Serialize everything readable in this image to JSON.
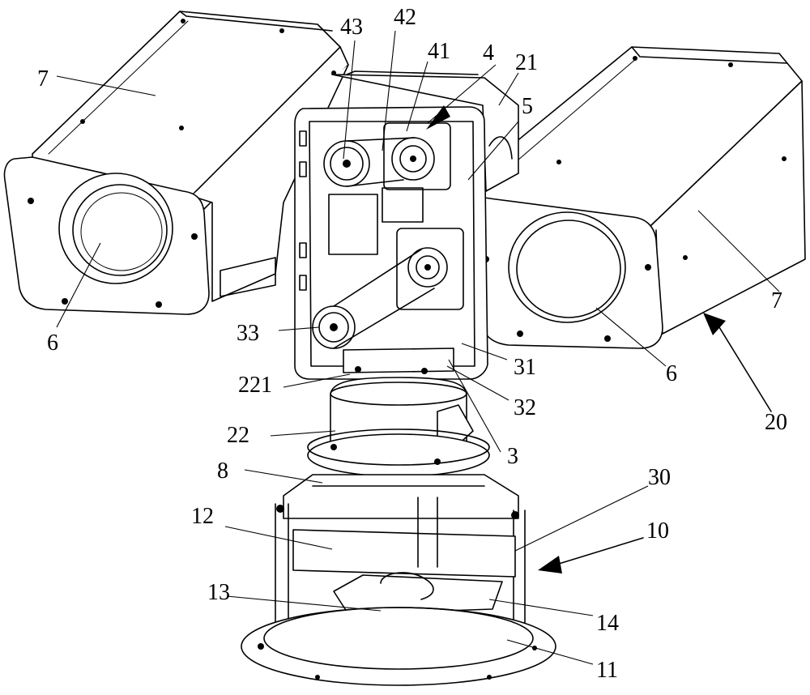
{
  "figure": {
    "labels": [
      {
        "id": "7-left",
        "text": "7"
      },
      {
        "id": "43",
        "text": "43"
      },
      {
        "id": "42",
        "text": "42"
      },
      {
        "id": "41",
        "text": "41"
      },
      {
        "id": "4",
        "text": "4"
      },
      {
        "id": "21",
        "text": "21"
      },
      {
        "id": "5",
        "text": "5"
      },
      {
        "id": "6-left",
        "text": "6"
      },
      {
        "id": "7-right",
        "text": "7"
      },
      {
        "id": "33",
        "text": "33"
      },
      {
        "id": "6-right",
        "text": "6"
      },
      {
        "id": "31",
        "text": "31"
      },
      {
        "id": "221",
        "text": "221"
      },
      {
        "id": "32",
        "text": "32"
      },
      {
        "id": "20",
        "text": "20"
      },
      {
        "id": "22",
        "text": "22"
      },
      {
        "id": "3",
        "text": "3"
      },
      {
        "id": "8",
        "text": "8"
      },
      {
        "id": "30",
        "text": "30"
      },
      {
        "id": "12",
        "text": "12"
      },
      {
        "id": "10",
        "text": "10"
      },
      {
        "id": "13",
        "text": "13"
      },
      {
        "id": "14",
        "text": "14"
      },
      {
        "id": "11",
        "text": "11"
      }
    ]
  }
}
